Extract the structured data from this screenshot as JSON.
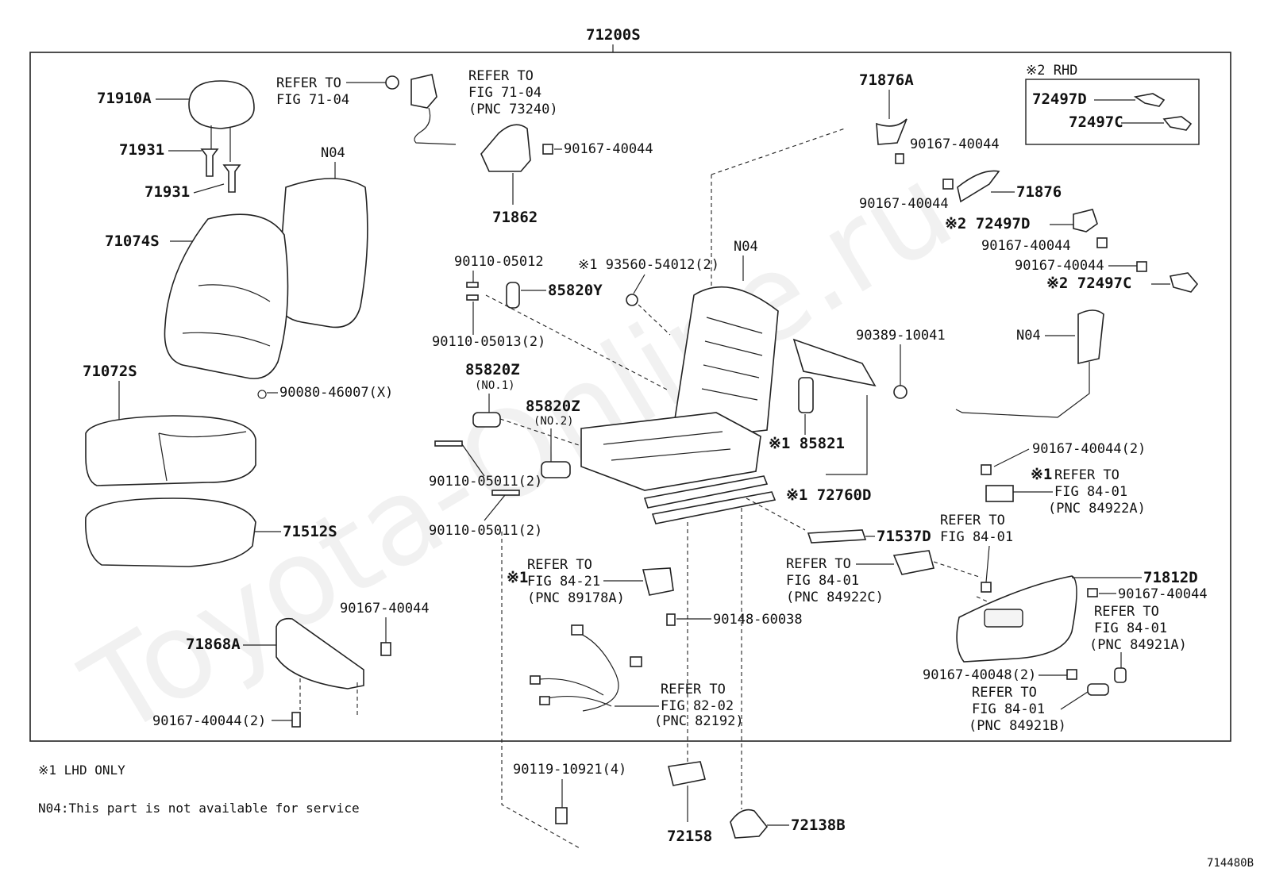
{
  "watermark": "Toyota-Online.ru",
  "assembly_number": "71200S",
  "rhd_box": {
    "title": "※2 RHD",
    "labels": [
      "72497D",
      "72497C"
    ]
  },
  "labels": {
    "l71910A": "71910A",
    "l71931a": "71931",
    "l71931b": "71931",
    "lN04a": "N04",
    "l71074S": "71074S",
    "l71072S": "71072S",
    "l71512S": "71512S",
    "l90080": "90080-46007(X)",
    "l71868A": "71868A",
    "l90167_a": "90167-40044",
    "l90167_b": "90167-40044(2)",
    "refer_a_1": "REFER TO",
    "refer_a_2": "FIG 71-04",
    "refer_b_1": "REFER TO",
    "refer_b_2": "FIG 71-04",
    "refer_b_3": "(PNC 73240)",
    "l90167_c": "90167-40044",
    "l71862": "71862",
    "l90110_05012": "90110-05012",
    "l85820Y": "85820Y",
    "l90110_05013": "90110-05013(2)",
    "l85820Z_1": "85820Z",
    "l85820Z_1n": "(NO.1)",
    "l85820Z_2": "85820Z",
    "l85820Z_2n": "(NO.2)",
    "l90110_05011a": "90110-05011(2)",
    "l90110_05011b": "90110-05011(2)",
    "l93560": "※1 93560-54012(2)",
    "lN04b": "N04",
    "l90389": "90389-10041",
    "l85821": "※1 85821",
    "l72760D": "※1 72760D",
    "l71537D": "71537D",
    "l71876A": "71876A",
    "l90167_d": "90167-40044",
    "l90167_e": "90167-40044",
    "l71876": "71876",
    "l72497D": "※2 72497D",
    "l90167_f": "90167-40044",
    "l90167_g": "90167-40044",
    "l72497C": "※2 72497C",
    "lN04c": "N04",
    "l90167_h": "90167-40044(2)",
    "refer_c_1": "REFER TO",
    "refer_c_2": "FIG 84-01",
    "refer_c_3": "(PNC 84922A)",
    "refer_d_1": "REFER TO",
    "refer_d_2": "FIG 84-01",
    "refer_e_1": "REFER TO",
    "refer_e_2": "FIG 84-01",
    "refer_e_3": "(PNC 84922C)",
    "l71812D": "71812D",
    "l90167_i": "90167-40044",
    "refer_f_1": "REFER TO",
    "refer_f_2": "FIG 84-01",
    "refer_f_3": "(PNC 84921A)",
    "l90167_40048": "90167-40048(2)",
    "refer_g_1": "REFER TO",
    "refer_g_2": "FIG 84-01",
    "refer_g_3": "(PNC 84921B)",
    "refer_h_1": "REFER TO",
    "refer_h_2": "FIG 84-21",
    "refer_h_3": "(PNC 89178A)",
    "l90148": "90148-60038",
    "refer_i_1": "REFER TO",
    "refer_i_2": "FIG 82-02",
    "refer_i_3": "(PNC 82192)",
    "l90119": "90119-10921(4)",
    "l72158": "72158",
    "l72138B": "72138B",
    "mark1": "※1"
  },
  "notes": {
    "note1": "※1  LHD ONLY",
    "note2": "N04:This part is not available for service"
  },
  "figure_id": "714480B"
}
